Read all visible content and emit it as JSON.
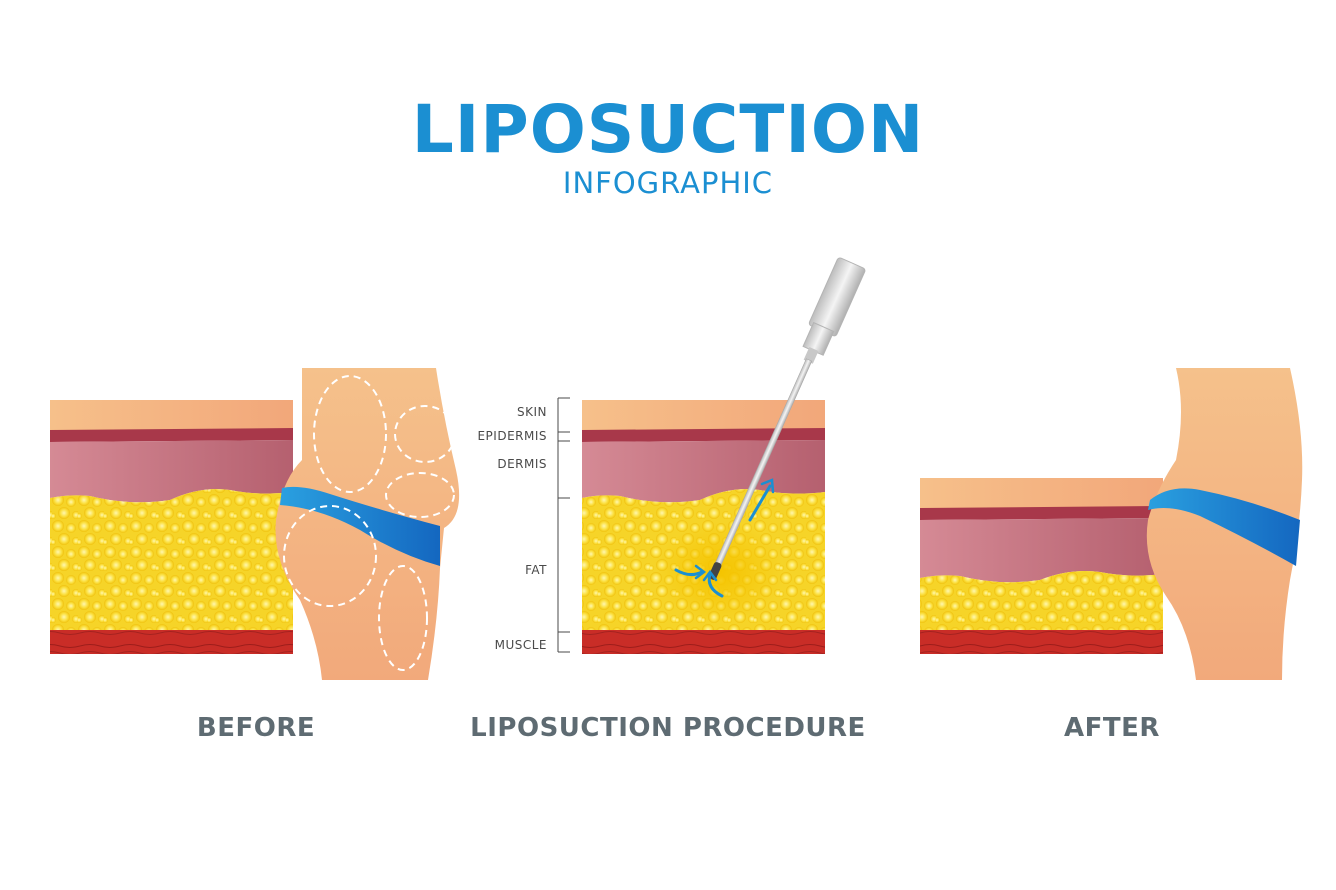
{
  "header": {
    "title": "LIPOSUCTION",
    "subtitle": "INFOGRAPHIC"
  },
  "layers": [
    {
      "id": "skin",
      "label": "SKIN"
    },
    {
      "id": "epidermis",
      "label": "EPIDERMIS"
    },
    {
      "id": "dermis",
      "label": "DERMIS"
    },
    {
      "id": "fat",
      "label": "FAT"
    },
    {
      "id": "muscle",
      "label": "MUSCLE"
    }
  ],
  "panels": [
    {
      "id": "before",
      "caption": "BEFORE"
    },
    {
      "id": "procedure",
      "caption": "LIPOSUCTION PROCEDURE"
    },
    {
      "id": "after",
      "caption": "AFTER"
    }
  ],
  "colors": {
    "title": "#1b8fd2",
    "caption": "#5e6b72",
    "skin": "#f3b27e",
    "epidermis": "#a8384a",
    "dermis": "#c97986",
    "fat": "#f7d21e",
    "muscle": "#c62a26",
    "underwear": "#1b82cf",
    "cannula": "#d8d8d8"
  },
  "icons": [
    "cannula-icon",
    "suction-arrow-icon"
  ]
}
